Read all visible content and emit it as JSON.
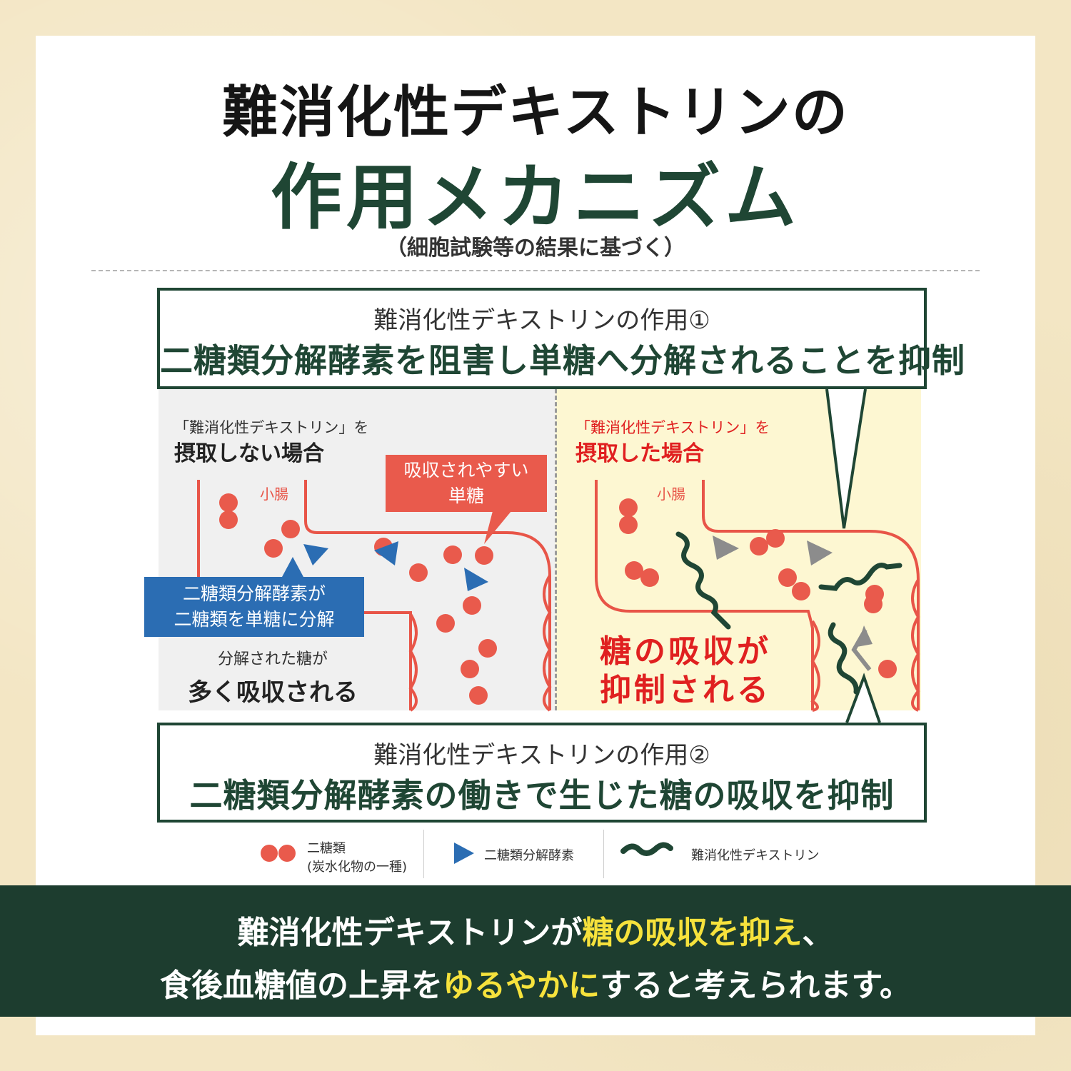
{
  "title": {
    "line1": "難消化性デキストリンの",
    "line2": "作用メカニズム",
    "subtitle": "（細胞試験等の結果に基づく）"
  },
  "effect1": {
    "title": "難消化性デキストリンの作用①",
    "desc": "二糖類分解酵素を阻害し単糖へ分解されることを抑制"
  },
  "effect2": {
    "title": "難消化性デキストリンの作用②",
    "desc": "二糖類分解酵素の働きで生じた糖の吸収を抑制"
  },
  "left_panel": {
    "label": "「難消化性デキストリン」を",
    "strong": "摂取しない場合",
    "intestine": "小腸",
    "callout_red_line1": "吸収されやすい",
    "callout_red_line2": "単糖",
    "callout_blue_line1": "二糖類分解酵素が",
    "callout_blue_line2": "二糖類を単糖に分解",
    "result_small": "分解された糖が",
    "result_big": "多く吸収される"
  },
  "right_panel": {
    "label": "「難消化性デキストリン」を",
    "strong": "摂取した場合",
    "intestine": "小腸",
    "suppress_line1": "糖の吸収が",
    "suppress_line2": "抑制される"
  },
  "legend": {
    "disaccharide_line1": "二糖類",
    "disaccharide_line2": "(炭水化物の一種)",
    "enzyme": "二糖類分解酵素",
    "dextrin": "難消化性デキストリン"
  },
  "footer": {
    "line1_a": "難消化性デキストリンが",
    "line1_hl": "糖の吸収を抑え",
    "line1_b": "、",
    "line2_a": "食後血糖値の上昇を",
    "line2_hl": "ゆるやかに",
    "line2_b": "すると考えられます。"
  },
  "colors": {
    "dark_green": "#1f4634",
    "red": "#e95a4c",
    "blue": "#2b6db3",
    "highlight_yellow": "#f6e23c",
    "suppress_red": "#e02020"
  },
  "icons": {
    "disaccharide": "double-circle",
    "enzyme": "triangle",
    "dextrin": "wavy-line"
  }
}
